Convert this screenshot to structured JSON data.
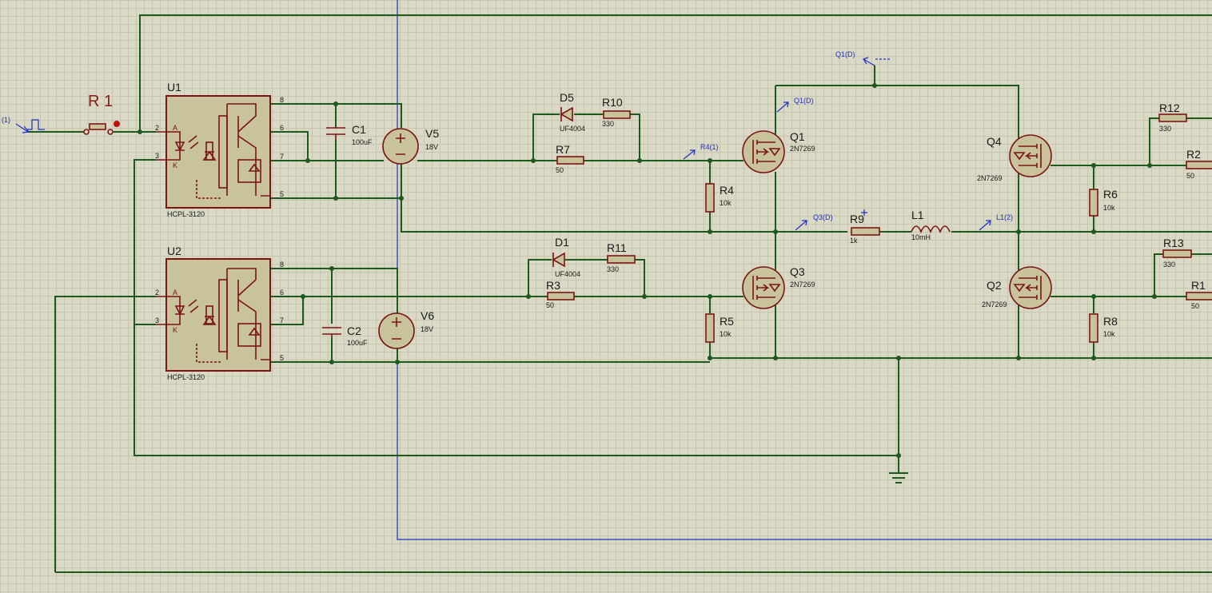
{
  "components": {
    "U1": {
      "ref": "U1",
      "value": "HCPL-3120"
    },
    "U2": {
      "ref": "U2",
      "value": "HCPL-3120"
    },
    "R1a": {
      "ref": "R 1"
    },
    "C1": {
      "ref": "C1",
      "value": "100uF"
    },
    "C2": {
      "ref": "C2",
      "value": "100uF"
    },
    "V5": {
      "ref": "V5",
      "value": "18V"
    },
    "V6": {
      "ref": "V6",
      "value": "18V"
    },
    "D5": {
      "ref": "D5",
      "value": "UF4004"
    },
    "D1": {
      "ref": "D1",
      "value": "UF4004"
    },
    "R10": {
      "ref": "R10",
      "value": "330"
    },
    "R11": {
      "ref": "R11",
      "value": "330"
    },
    "R7": {
      "ref": "R7",
      "value": "50"
    },
    "R3": {
      "ref": "R3",
      "value": "50"
    },
    "R4": {
      "ref": "R4",
      "value": "10k"
    },
    "R5": {
      "ref": "R5",
      "value": "10k"
    },
    "Q1": {
      "ref": "Q1",
      "value": "2N7269"
    },
    "Q3": {
      "ref": "Q3",
      "value": "2N7269"
    },
    "Q4": {
      "ref": "Q4",
      "value": "2N7269"
    },
    "Q2": {
      "ref": "Q2",
      "value": "2N7269"
    },
    "R9": {
      "ref": "R9",
      "value": "1k"
    },
    "L1": {
      "ref": "L1",
      "value": "10mH"
    },
    "R6": {
      "ref": "R6",
      "value": "10k"
    },
    "R8": {
      "ref": "R8",
      "value": "10k"
    },
    "R12": {
      "ref": "R12",
      "value": "330"
    },
    "R13": {
      "ref": "R13",
      "value": "330"
    },
    "R2": {
      "ref": "R2",
      "value": "50"
    },
    "R1b": {
      "ref": "R1",
      "value": "50"
    }
  },
  "pins": {
    "p2": "2",
    "p3": "3",
    "p5": "5",
    "p6": "6",
    "p7": "7",
    "p8": "8",
    "A": "A",
    "K": "K"
  },
  "probes": {
    "gen": "(1)",
    "q1d_top": "Q1(D)",
    "q1d": "Q1(D)",
    "r4": "R4(1)",
    "q3d": "Q3(D)",
    "l1": "L1(2)"
  },
  "colors": {
    "wire": "#1e5a1e",
    "component": "#7a1414",
    "probe": "#2030c0",
    "sheet": "#d9d9c6"
  }
}
